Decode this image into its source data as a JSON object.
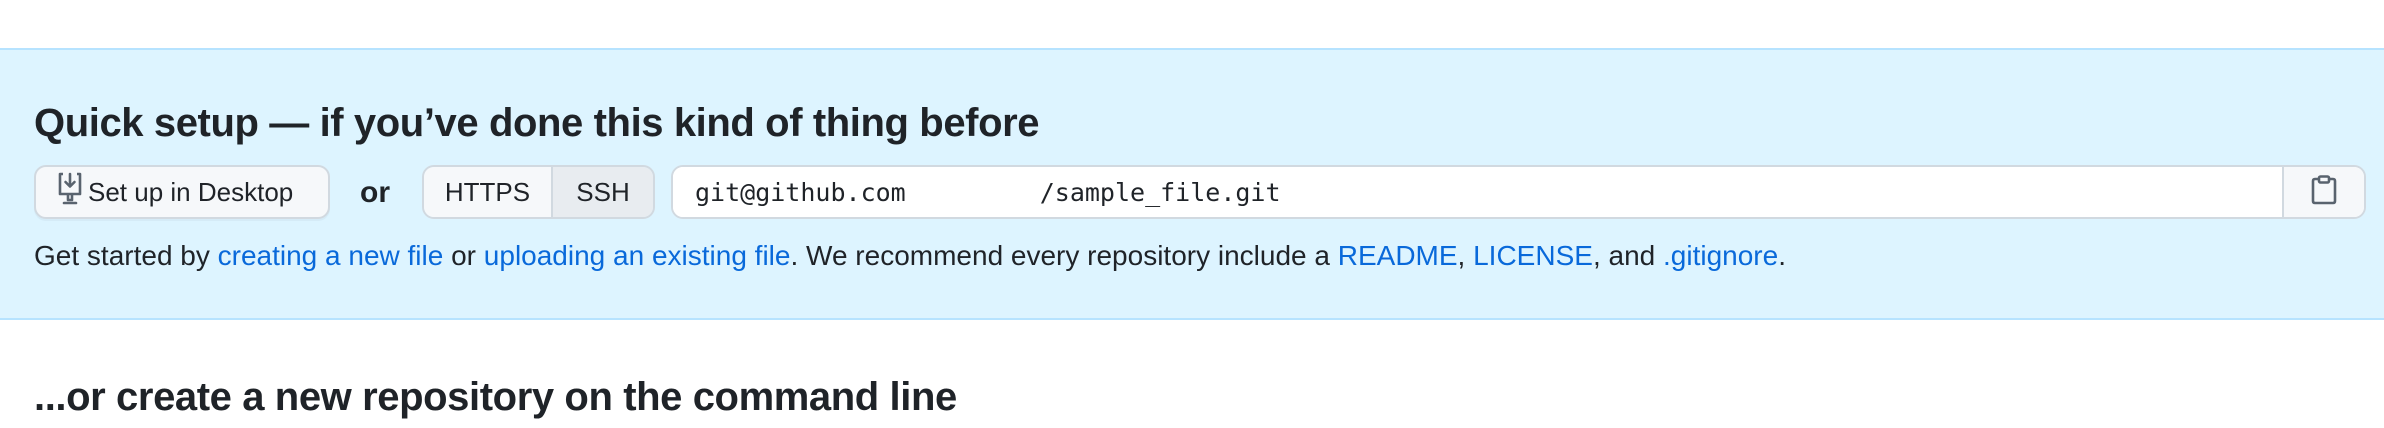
{
  "quick_setup": {
    "title": "Quick setup — if you’ve done this kind of thing before",
    "desktop_button_label": "Set up in Desktop",
    "or_label": "or",
    "protocols": [
      {
        "label": "HTTPS",
        "selected": false
      },
      {
        "label": "SSH",
        "selected": true
      }
    ],
    "clone_url": {
      "prefix": "git@github.com",
      "suffix": "/sample_file.git"
    },
    "copy_icon": "clipboard-icon",
    "desktop_icon": "desktop-download-icon",
    "help": {
      "t1": "Get started by ",
      "link_create": "creating a new file",
      "t2": " or ",
      "link_upload": "uploading an existing file",
      "t3": ". We recommend every repository include a ",
      "link_readme": "README",
      "t4": ", ",
      "link_license": "LICENSE",
      "t5": ", and ",
      "link_gitignore": ".gitignore",
      "t6": "."
    }
  },
  "command_line": {
    "title": "...or create a new repository on the command line"
  },
  "colors": {
    "band_bg": "#ddf4ff",
    "band_border": "#b6e3ff",
    "text": "#1f2328",
    "link": "#0969da",
    "button_bg": "#f6f8fa",
    "button_border": "#d1d9e0"
  }
}
